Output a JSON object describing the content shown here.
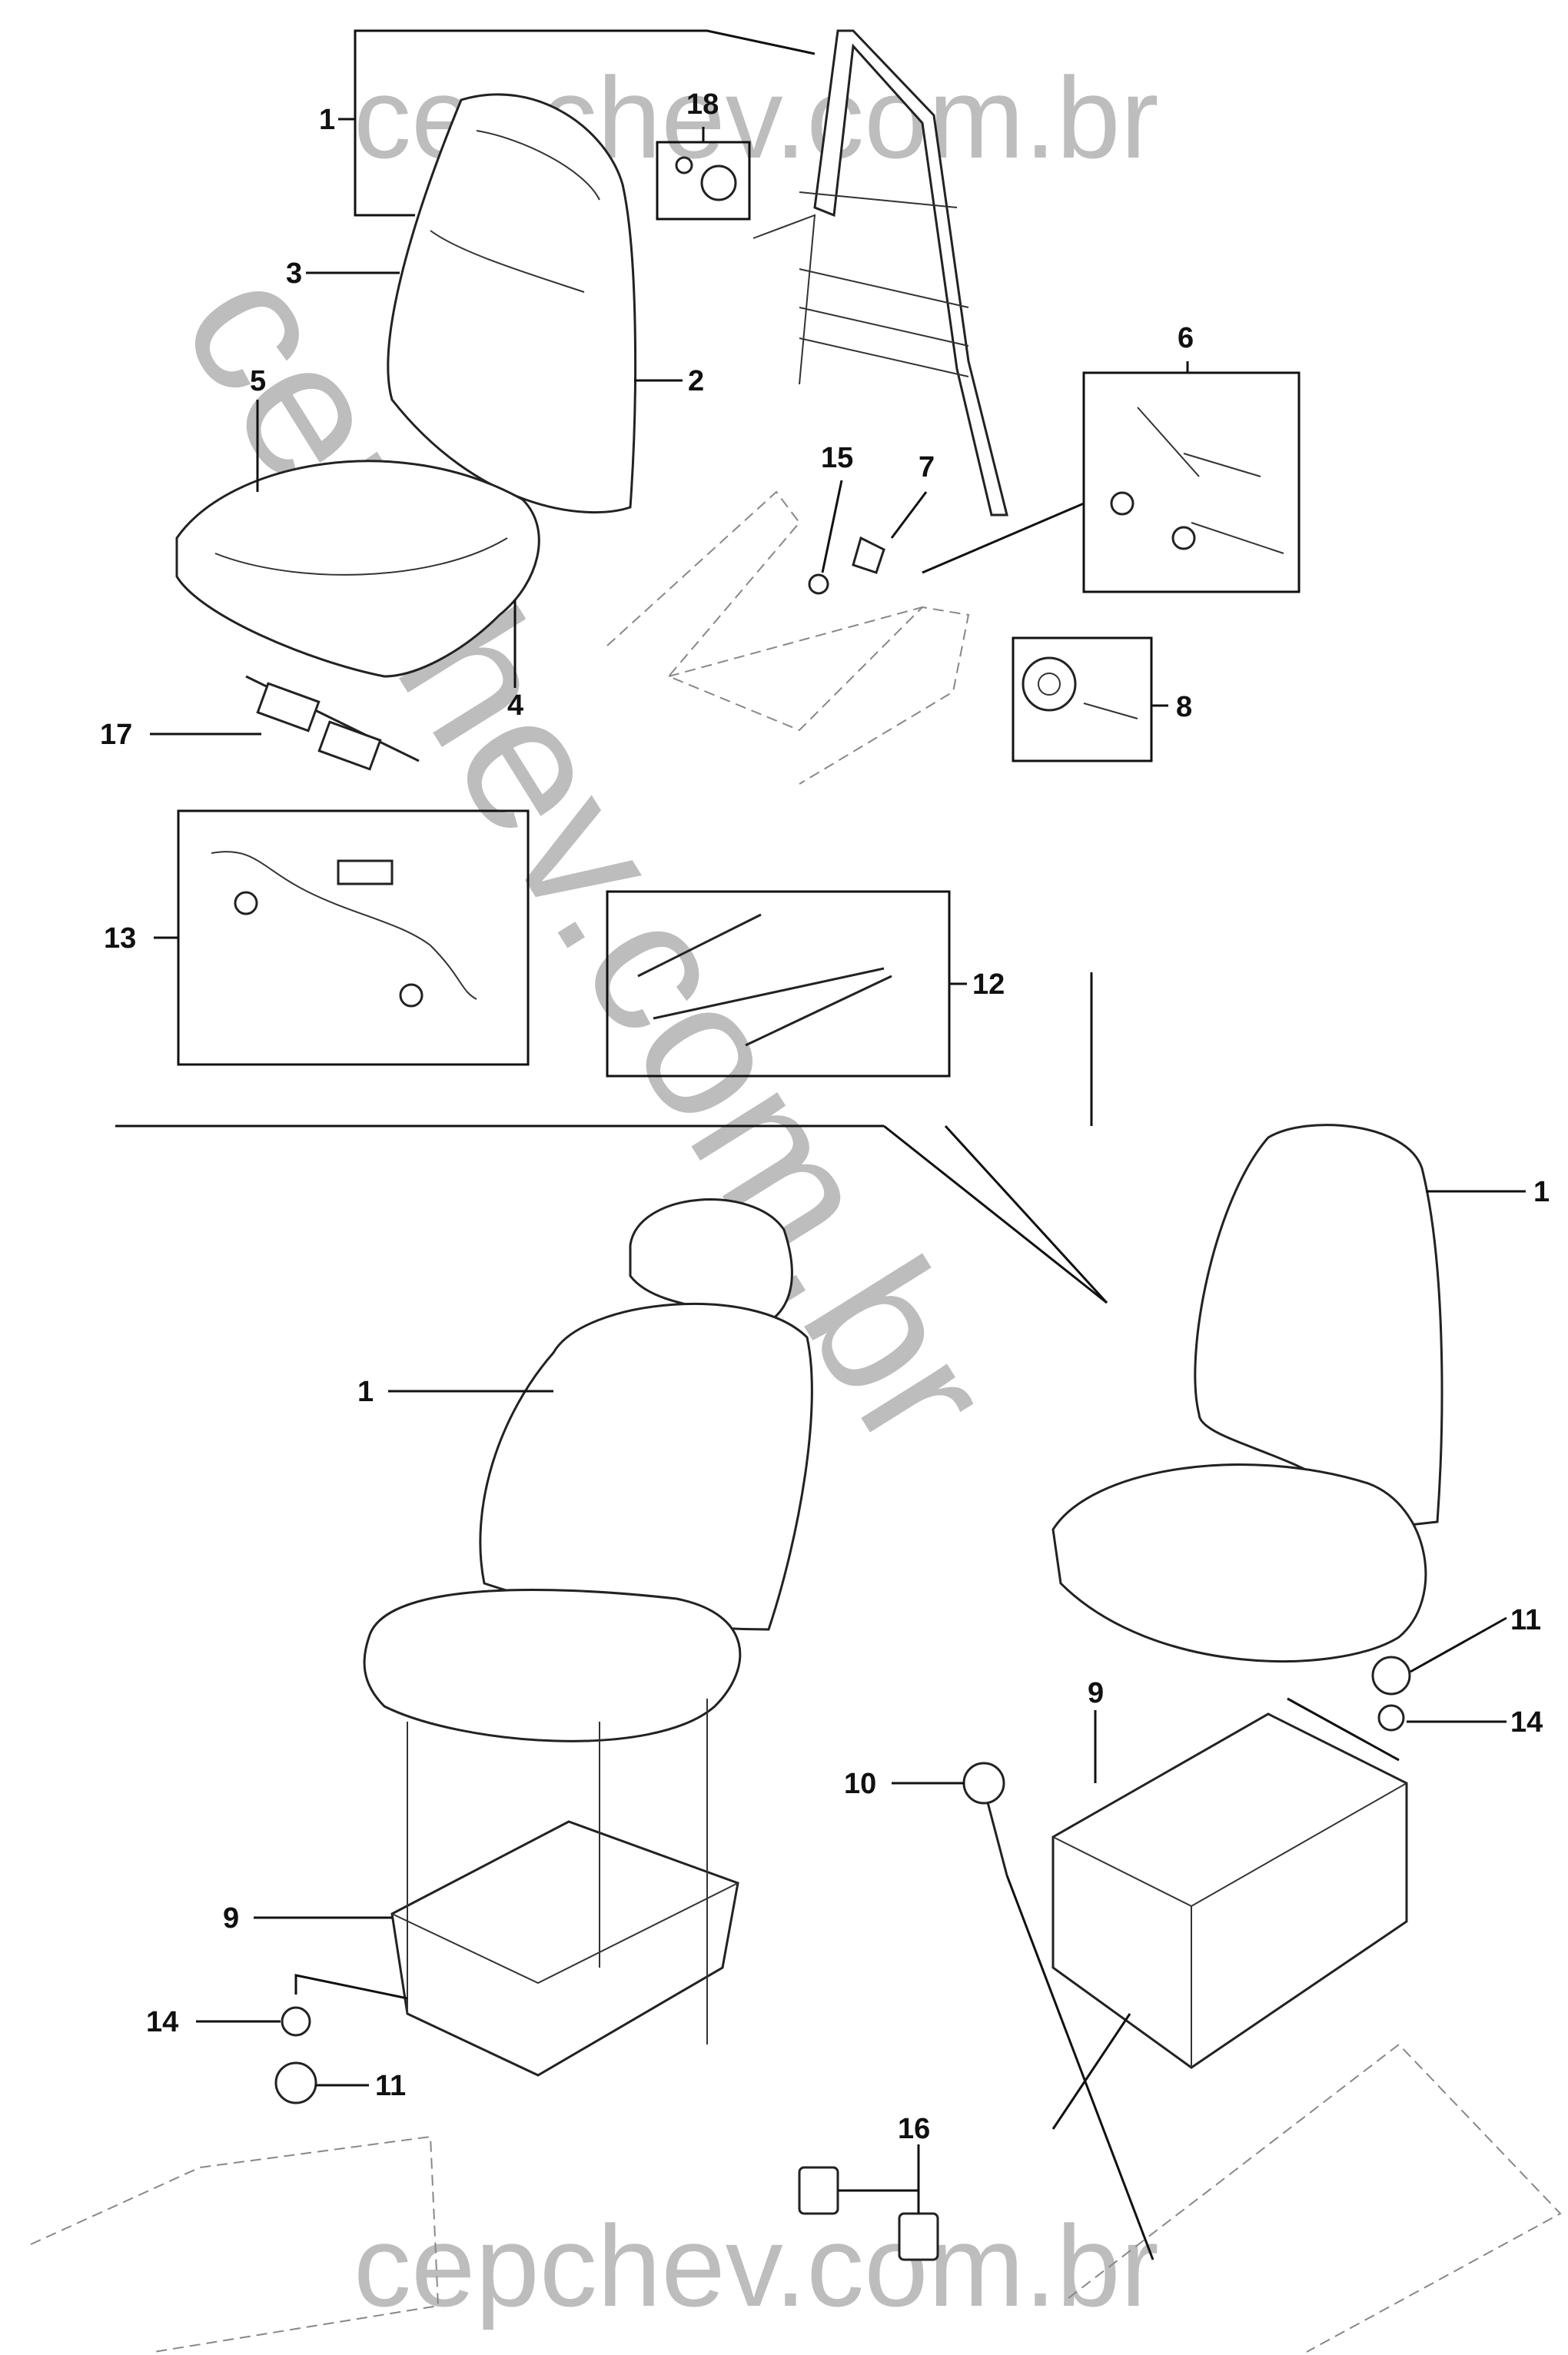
{
  "watermark": {
    "top": "cepchev.com.br",
    "bottom": "cepchev.com.br",
    "diagonal": "cepchev.com.br"
  },
  "callouts": {
    "c1_top": "1",
    "c18": "18",
    "c3": "3",
    "c2": "2",
    "c5": "5",
    "c6": "6",
    "c15": "15",
    "c7": "7",
    "c4": "4",
    "c8": "8",
    "c17": "17",
    "c13": "13",
    "c12": "12",
    "c1_right": "1",
    "c1_left": "1",
    "c11_right": "11",
    "c9_right": "9",
    "c14_right": "14",
    "c10": "10",
    "c9_left": "9",
    "c14_left": "14",
    "c11_left": "11",
    "c16": "16"
  },
  "colors": {
    "line": "#111111",
    "watermark": "#bdbdbd",
    "background": "#ffffff"
  }
}
